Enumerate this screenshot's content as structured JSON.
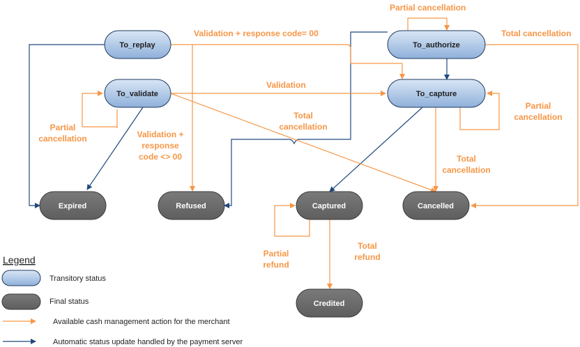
{
  "nodes": {
    "to_replay": "To_replay",
    "to_validate": "To_validate",
    "to_authorize": "To_authorize",
    "to_capture": "To_capture",
    "expired": "Expired",
    "refused": "Refused",
    "captured": "Captured",
    "cancelled": "Cancelled",
    "credited": "Credited"
  },
  "edge_labels": {
    "validation_response_00": "Validation + response code= 00",
    "partial_cancellation_top": "Partial cancellation",
    "total_cancellation_top": "Total cancellation",
    "validation": "Validation",
    "partial_cancellation_left_1": "Partial",
    "partial_cancellation_left_2": "cancellation",
    "validation_response_not00_1": "Validation +",
    "validation_response_not00_2": "response",
    "validation_response_not00_3": "code <> 00",
    "total_cancellation_mid_1": "Total",
    "total_cancellation_mid_2": "cancellation",
    "partial_cancellation_right_1": "Partial",
    "partial_cancellation_right_2": "cancellation",
    "total_cancellation_right_1": "Total",
    "total_cancellation_right_2": "cancellation",
    "partial_refund_1": "Partial",
    "partial_refund_2": "refund",
    "total_refund_1": "Total",
    "total_refund_2": "refund"
  },
  "legend": {
    "title": "Legend",
    "transitory": "Transitory status",
    "final": "Final status",
    "merchant_action": "Available cash management action for the merchant",
    "automatic_update": "Automatic status update handled by the payment server"
  },
  "colors": {
    "merchant_arrow": "#f79646",
    "automatic_arrow": "#1f497d",
    "transitory_fill": "#9dbbe0",
    "final_fill": "#6d6d6d"
  }
}
